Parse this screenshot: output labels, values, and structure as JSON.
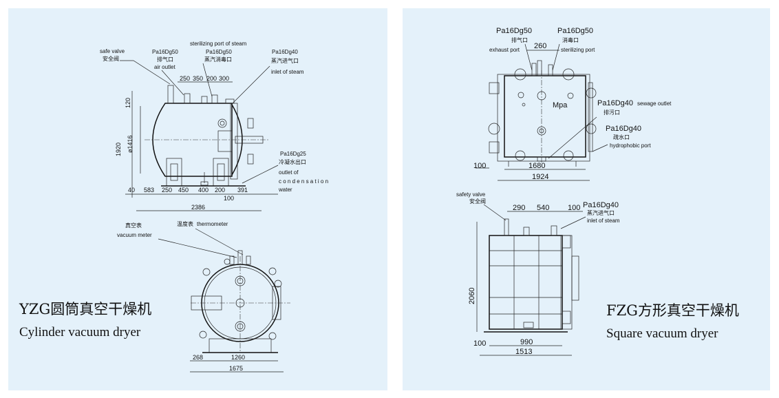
{
  "left": {
    "title_cn": "YZG圆筒真空干燥机",
    "title_en": "Cylinder vacuum dryer",
    "labels": {
      "safe_valve_en": "safe valve",
      "safe_valve_cn": "安全阀",
      "pa_dg50_a": "Pa16Dg50",
      "exhaust_cn": "排气口",
      "air_outlet": "air outlet",
      "sterilizing_en": "sterilizing port of steam",
      "pa_dg50_b": "Pa16Dg50",
      "steam_sterilize_cn": "蒸汽消毒口",
      "pa_dg40": "Pa16Dg40",
      "steam_inlet_cn": "蒸汽进气口",
      "inlet_steam": "inlet of steam",
      "pa_dg25": "Pa16Dg25",
      "condensate_cn": "冷凝水出口",
      "outlet_of": "outlet of",
      "condensation": "c o n d e n s a t i o n",
      "water": "water",
      "vacuum_cn": "真空表",
      "vacuum_en": "vacuum meter",
      "thermo_cn": "温度表",
      "thermo_en": "thermometer"
    },
    "dims": {
      "d250": "250",
      "d350": "350",
      "d200": "200",
      "d300": "300",
      "d120": "120",
      "d1920": "1920",
      "d1416": "ø1416",
      "b40": "40",
      "b583": "583",
      "b250": "250",
      "b450": "450",
      "b400": "400",
      "b200": "200",
      "b391": "391",
      "b100": "100",
      "b2386": "2386",
      "e268": "268",
      "e1260": "1260",
      "e1675": "1675"
    }
  },
  "right": {
    "title_cn": "FZG方形真空干燥机",
    "title_en": "Square vacuum dryer",
    "labels": {
      "pa_dg50_a": "Pa16Dg50",
      "exhaust_cn": "排气口",
      "exhaust_en": "exhaust port",
      "pa_dg50_b": "Pa16Dg50",
      "sterilize_cn": "消毒口",
      "sterilize_en": "sterilizing port",
      "mpa": "Mpa",
      "pa_dg40_sewage": "Pa16Dg40",
      "sewage_en": "sewage outlet",
      "sewage_cn": "排污口",
      "pa_dg40_drain": "Pa16Dg40",
      "drain_cn": "疏水口",
      "hydrophobic_en": "hydrophobic port",
      "safety_valve_en": "safety valve",
      "safety_valve_cn": "安全阀",
      "pa_dg40_inlet": "Pa16Dg40",
      "inlet_cn": "蒸汽进气口",
      "inlet_en": "inlet of steam"
    },
    "dims": {
      "d260": "260",
      "d100a": "100",
      "d1680": "1680",
      "d1924": "1924",
      "d290": "290",
      "d540": "540",
      "d100b": "100",
      "d2060": "2060",
      "d100c": "100",
      "d990": "990",
      "d1513": "1513"
    }
  }
}
